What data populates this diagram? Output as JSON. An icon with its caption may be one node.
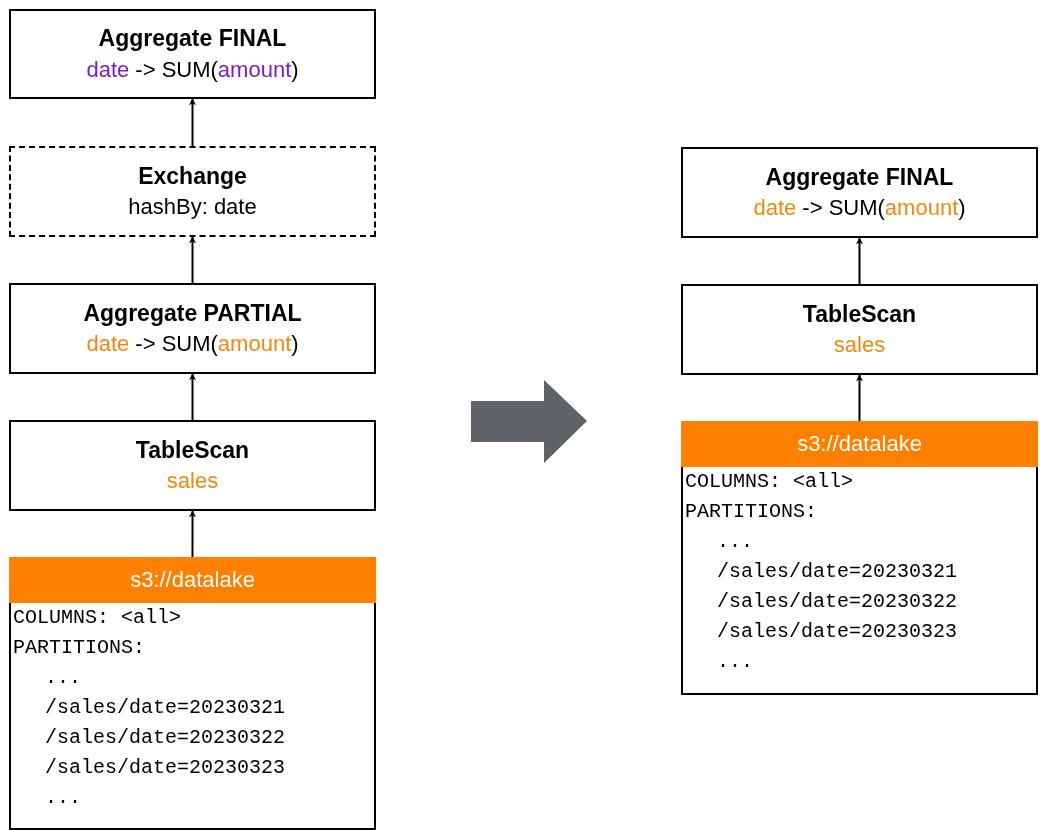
{
  "diagram": {
    "nodes": [
      {
        "text": [
          "Aggregate FINAL",
          "date -> SUM(amount)"
        ]
      },
      {
        "text": [
          "Exchange",
          "hashBy: date"
        ]
      },
      {
        "text": [
          "Aggregate PARTIAL",
          "date -> SUM(amount)"
        ]
      },
      {
        "text": [
          "TableScan",
          "sales"
        ]
      },
      {
        "text": [
          "s3://datalake",
          "COLUMNS: <all>",
          "PARTITIONS:",
          "...",
          "/sales/date=20230321",
          "/sales/date=20230322",
          "/sales/date=20230323",
          "..."
        ]
      },
      {
        "text": [
          "Aggregate FINAL",
          "date -> SUM(amount)"
        ]
      },
      {
        "text": [
          "TableScan",
          "sales"
        ]
      },
      {
        "text": [
          "s3://datalake",
          "COLUMNS: <all>",
          "PARTITIONS:",
          "...",
          "/sales/date=20230321",
          "/sales/date=20230322",
          "/sales/date=20230323",
          "..."
        ]
      }
    ],
    "edges": [
      {
        "from": 1,
        "to": 0,
        "arrow": "to"
      },
      {
        "from": 2,
        "to": 1,
        "arrow": "to"
      },
      {
        "from": 3,
        "to": 2,
        "arrow": "to"
      },
      {
        "from": 4,
        "to": 3,
        "arrow": "to"
      },
      {
        "from": 6,
        "to": 5,
        "arrow": "to"
      },
      {
        "from": 7,
        "to": 6,
        "arrow": "to"
      }
    ]
  }
}
